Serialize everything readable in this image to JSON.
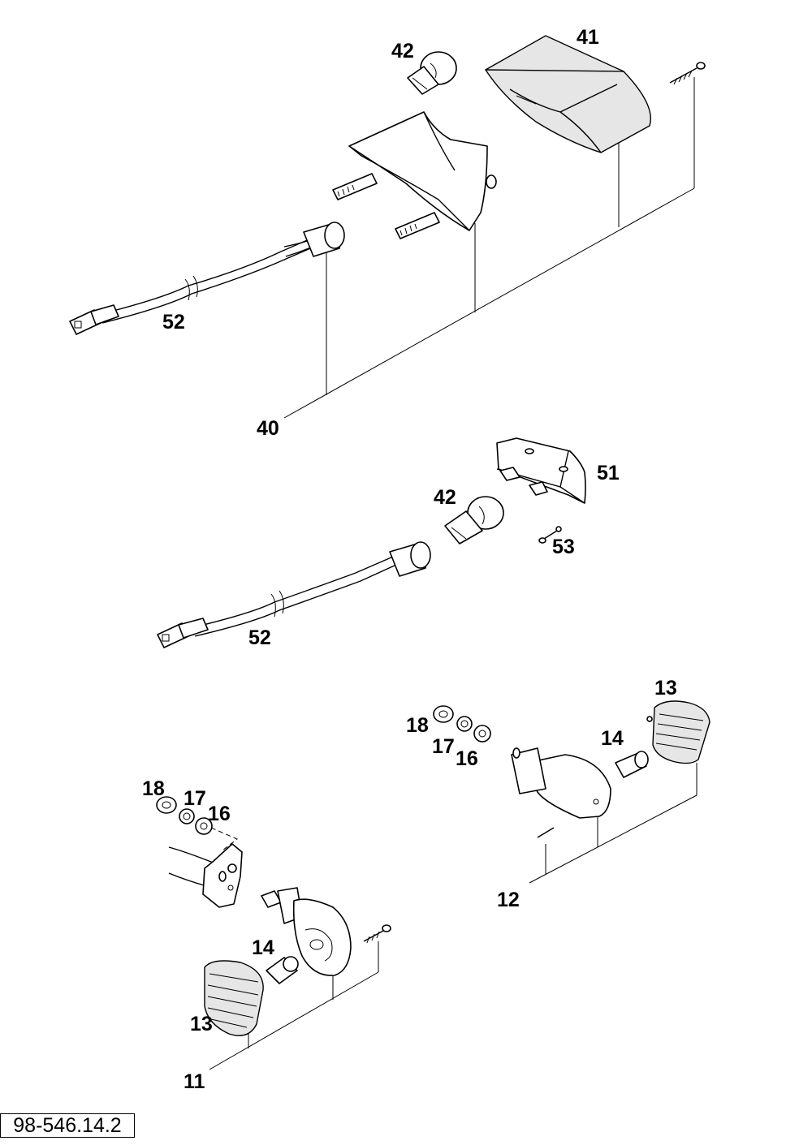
{
  "drawing_number": "98-546.14.2",
  "callouts": {
    "c40": "40",
    "c41": "41",
    "c42_top": "42",
    "c52_top": "52",
    "c51": "51",
    "c42_mid": "42",
    "c53": "53",
    "c52_mid": "52",
    "c13_right": "13",
    "c18_right": "18",
    "c17_right": "17",
    "c16_right": "16",
    "c14_right": "14",
    "c12": "12",
    "c18_left": "18",
    "c17_left": "17",
    "c16_left": "16",
    "c14_left": "14",
    "c13_left": "13",
    "c11": "11"
  },
  "icons": {
    "bulb": "bulb-icon",
    "screw": "screw-icon",
    "nut": "nut-icon",
    "washer": "washer-icon",
    "connector": "connector-icon"
  }
}
